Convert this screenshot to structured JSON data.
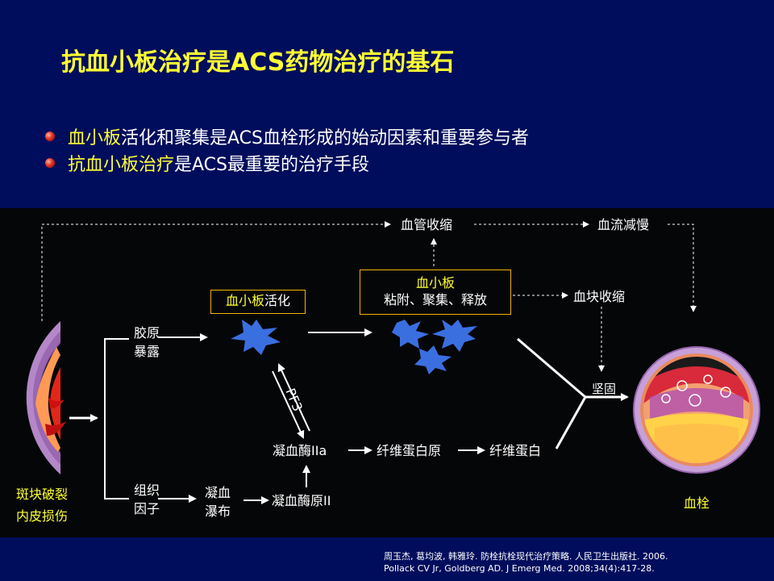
{
  "slide": {
    "title": "抗血小板治疗是ACS药物治疗的基石",
    "bullets": [
      {
        "highlight": "血小板",
        "rest": "活化和聚集是ACS血栓形成的始动因素和重要参与者"
      },
      {
        "highlight": "抗血小板治疗",
        "rest": "是ACS最重要的治疗手段"
      }
    ]
  },
  "diagram": {
    "plaque_rupture": [
      "斑块破裂",
      "内皮损伤"
    ],
    "collagen_exposure": [
      "胶原",
      "暴露"
    ],
    "tissue_factor": [
      "组织",
      "因子"
    ],
    "coagulation_cascade": [
      "凝血",
      "瀑布"
    ],
    "platelet_activation": {
      "highlight": "血小板",
      "rest": "活化"
    },
    "platelet_box": {
      "title": "血小板",
      "subtitle": "粘附、聚集、释放"
    },
    "pf3": "PF3",
    "thrombin": "凝血酶IIa",
    "prothrombin": "凝血酶原II",
    "fibrinogen": "纤维蛋白原",
    "fibrin": "纤维蛋白",
    "vasoconstriction": "血管收缩",
    "slow_flow": "血流减慢",
    "clot_retraction": "血块收缩",
    "stabilize": "坚固",
    "thrombus": "血栓"
  },
  "references": [
    "周玉杰, 葛均波, 韩雅玲. 防栓抗栓现代治疗策略. 人民卫生出版社. 2006.",
    "Pollack CV Jr, Goldberg AD. J Emerg Med. 2008;34(4):417-28."
  ],
  "colors": {
    "header_bg": "#000d5c",
    "diagram_bg": "#050608",
    "title": "#ffff33",
    "highlight": "#ffff33",
    "box_border": "#f2b300",
    "platelet": "#3a6fe0"
  },
  "icons": {
    "bullet": "red-sphere-bullet",
    "platelet": "platelet-blob-icon",
    "vessel_wall": "vessel-wall-cross-section",
    "thrombus": "thrombus-cross-section"
  }
}
